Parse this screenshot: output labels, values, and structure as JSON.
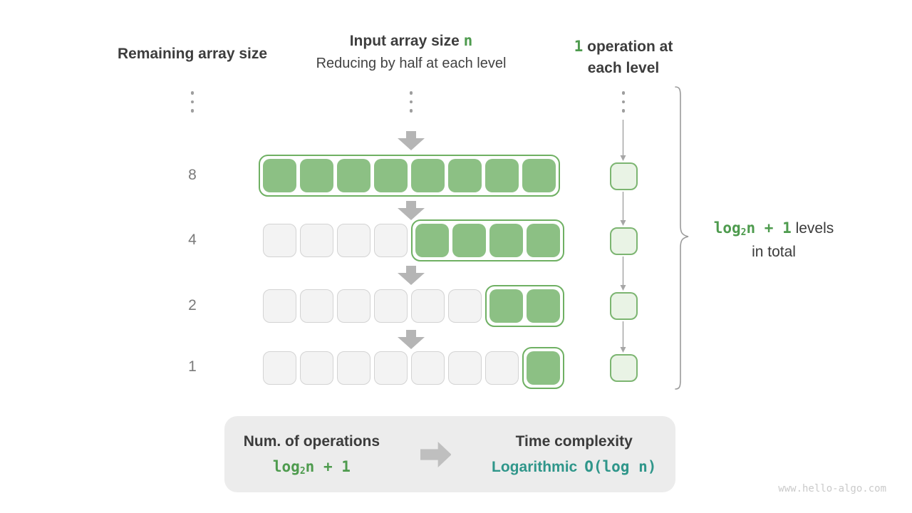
{
  "headers": {
    "left": "Remaining array size",
    "center": {
      "prefix": "Input array size ",
      "n": "n",
      "line2": "Reducing by half at each level"
    },
    "right": {
      "one": "1",
      "line1_rest": " operation at",
      "line2": "each level"
    }
  },
  "rows": [
    {
      "label": "8",
      "gray": 0,
      "green": 8
    },
    {
      "label": "4",
      "gray": 4,
      "green": 4
    },
    {
      "label": "2",
      "gray": 6,
      "green": 2
    },
    {
      "label": "1",
      "gray": 7,
      "green": 1
    }
  ],
  "brace_label": {
    "formula_pre": "log",
    "formula_sub": "2",
    "formula_post": "n + 1",
    "suffix": "  levels",
    "line2": "in total"
  },
  "summary": {
    "left_title": "Num. of operations",
    "formula_pre": "log",
    "formula_sub": "2",
    "formula_post": "n + 1",
    "right_title": "Time complexity",
    "complexity_name": "Logarithmic",
    "complexity_o": "O(log n)"
  },
  "watermark": "www.hello-algo.com",
  "colors": {
    "accent_green_text": "#4e9b4e",
    "cell_green": "#8cc084",
    "cell_gray": "#f3f3f3",
    "op_cell_fill": "#e9f3e5",
    "op_cell_border": "#7cb571",
    "teal": "#2f968a",
    "summary_bg": "#ececec",
    "arrow_gray": "#b5b5b5"
  }
}
